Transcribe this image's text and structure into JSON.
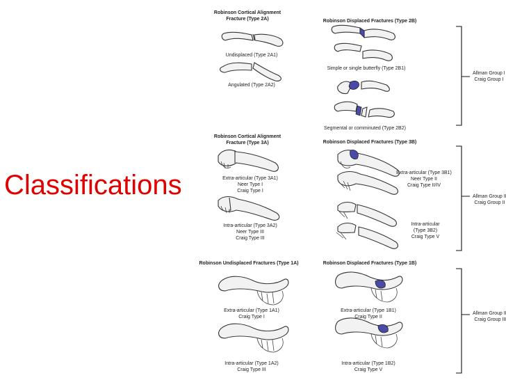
{
  "title": "Classifications",
  "panels": {
    "type2a": {
      "header": [
        "Robinson Cortical Alignment",
        "Fracture (Type 2A)"
      ],
      "captions": [
        "Undisplaced (Type 2A1)",
        "Angulated (Type 2A2)"
      ]
    },
    "type2b": {
      "header": [
        "Robinson Displaced Fractures (Type 2B)"
      ],
      "captions": [
        "Simple or single butterfly (Type 2B1)",
        "Segmental or comminuted (Type 2B2)"
      ]
    },
    "type3a": {
      "header": [
        "Robinson Cortical Alignment",
        "Fracture (Type 3A)"
      ],
      "captions": [
        [
          "Extra-articular (Type 3A1)",
          "Neer Type I",
          "Craig Type I"
        ],
        [
          "Intra-articular (Type 3A2)",
          "Neer Type III",
          "Craig Type III"
        ]
      ]
    },
    "type3b": {
      "header": [
        "Robinson Displaced Fractures (Type 3B)"
      ],
      "captions": [
        [
          "Extra-articular (Type 3B1)",
          "Neer Type II",
          "Craig Type II/IV"
        ],
        [
          "Intra-articular",
          "(Type 3B2)",
          "Craig Type V"
        ]
      ]
    },
    "type1a": {
      "header": [
        "Robinson Undisplaced Fractures (Type 1A)"
      ],
      "captions": [
        [
          "Extra-articular (Type 1A1)",
          "Craig Type I"
        ],
        [
          "Intra-articular (Type 1A2)",
          "Craig Type III"
        ]
      ]
    },
    "type1b": {
      "header": [
        "Robinson Displaced Fractures (Type 1B)"
      ],
      "captions": [
        [
          "Extra-articular (Type 1B1)",
          "Craig Type II"
        ],
        [
          "Intra-articular (Type 1B2)",
          "Craig Type V"
        ]
      ]
    }
  },
  "groups": [
    [
      "Allman Group I",
      "Craig Group I"
    ],
    [
      "Allman Group II",
      "Craig Group II"
    ],
    [
      "Allman Group III",
      "Craig Group III"
    ]
  ],
  "colors": {
    "title": "#e00000",
    "fragment": "#4a4aa8",
    "bone_fill": "#f2f2f2",
    "bone_stroke": "#333333"
  }
}
